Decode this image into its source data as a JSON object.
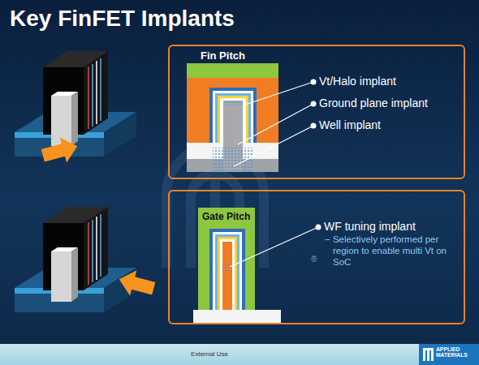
{
  "diagram": {
    "title": "Key FinFET Implants",
    "nodes": [
      {
        "text": [
          "Fin Pitch"
        ]
      },
      {
        "text": [
          "Gate Pitch"
        ]
      },
      {
        "text": [
          "External Use"
        ]
      }
    ],
    "labels": [
      "Vt/Halo implant",
      "Ground plane implant",
      "Well implant",
      "WF tuning implant",
      "− Selectively performed per region to enable multi Vt on SoC",
      "®",
      "APPLIED MATERIALS"
    ]
  }
}
